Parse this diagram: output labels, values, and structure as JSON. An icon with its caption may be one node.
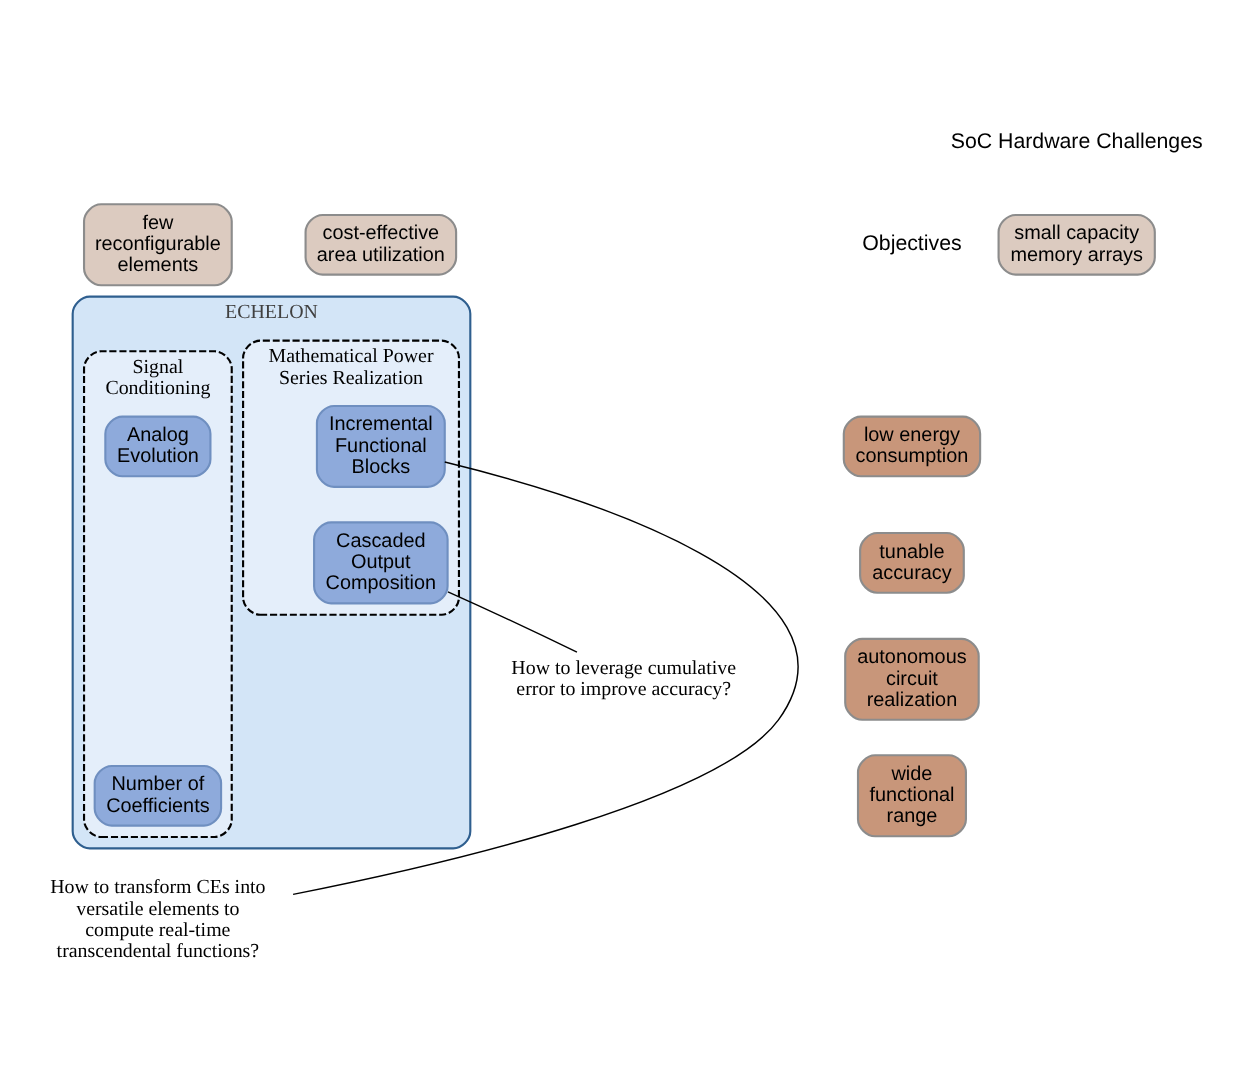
{
  "diagram": {
    "nodes": [
      {
        "text": [
          "few reconfigurable elements"
        ]
      },
      {
        "text": [
          "small capacity memory arrays"
        ]
      },
      {
        "text": [
          "cost-effective area utilization"
        ]
      },
      {
        "text": [
          "low energy consumption"
        ]
      },
      {
        "text": [
          "tunable accuracy"
        ]
      },
      {
        "text": [
          "autonomous circuit realization"
        ]
      },
      {
        "text": [
          "wide functional range"
        ]
      },
      {
        "text": [
          "ECHELON"
        ]
      },
      {
        "text": [
          "Signal Conditioning"
        ],
        "in": 7
      },
      {
        "text": [
          "Analog Evolution"
        ],
        "in": 8
      },
      {
        "text": [
          "Number of Coefficients"
        ],
        "in": 8
      },
      {
        "text": [
          "Mathematical Power Series Realization"
        ],
        "in": 7
      },
      {
        "text": [
          "Incremental Functional Blocks"
        ],
        "in": 11
      },
      {
        "text": [
          "Cascaded Output Composition"
        ],
        "in": 11
      },
      {
        "text": [
          "How to transform CEs into versatile elements to compute real-time transcendental functions?"
        ]
      },
      {
        "text": [
          "How to leverage cumulative error to improve accuracy?"
        ]
      }
    ],
    "edges": [
      {
        "from": 14,
        "to": 12,
        "arrow": "none"
      },
      {
        "from": 15,
        "to": 13,
        "arrow": "none"
      }
    ],
    "labels": [
      "SoC Hardware Challenges",
      "Objectives"
    ]
  }
}
